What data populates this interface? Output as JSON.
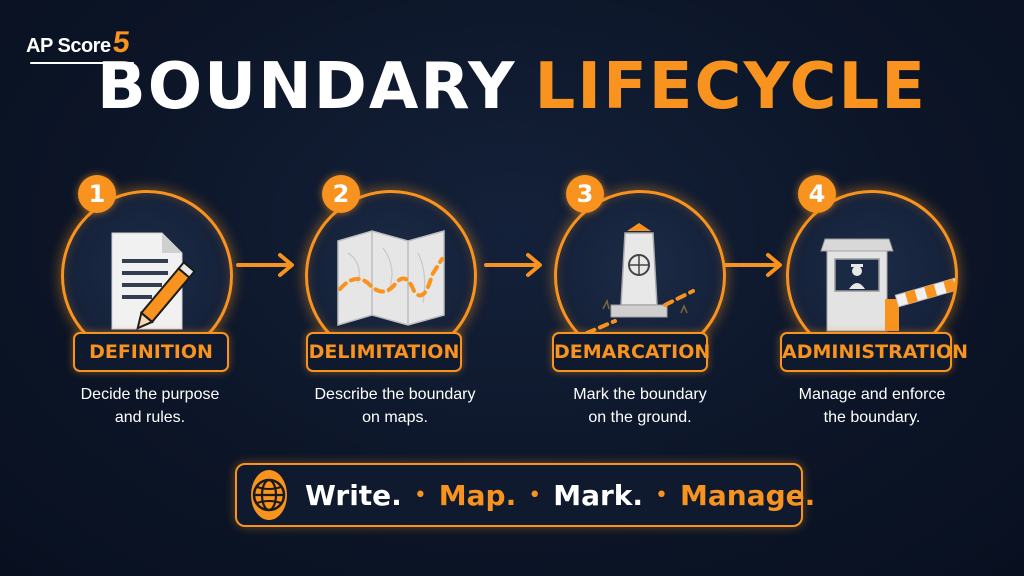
{
  "brand": {
    "name": "AP Score",
    "number": "5"
  },
  "title": {
    "part1": "BOUNDARY",
    "part2": "LIFECYCLE"
  },
  "steps": [
    {
      "number": "1",
      "label": "DEFINITION",
      "desc_line1": "Decide the purpose",
      "desc_line2": "and rules.",
      "icon": "document-pencil-icon"
    },
    {
      "number": "2",
      "label": "DELIMITATION",
      "desc_line1": "Describe the boundary",
      "desc_line2": "on maps.",
      "icon": "folded-map-icon"
    },
    {
      "number": "3",
      "label": "DEMARCATION",
      "desc_line1": "Mark the boundary",
      "desc_line2": "on the ground.",
      "icon": "boundary-pillar-icon"
    },
    {
      "number": "4",
      "label": "ADMINISTRATION",
      "desc_line1": "Manage and enforce",
      "desc_line2": "the boundary.",
      "icon": "border-checkpoint-icon"
    }
  ],
  "tagline": {
    "w1": "Write.",
    "w2": "Map.",
    "w3": "Mark.",
    "w4": "Manage.",
    "separator": "•",
    "icon": "globe-icon"
  },
  "colors": {
    "accent": "#f7931e",
    "background": "#0c1527",
    "text": "#ffffff"
  }
}
